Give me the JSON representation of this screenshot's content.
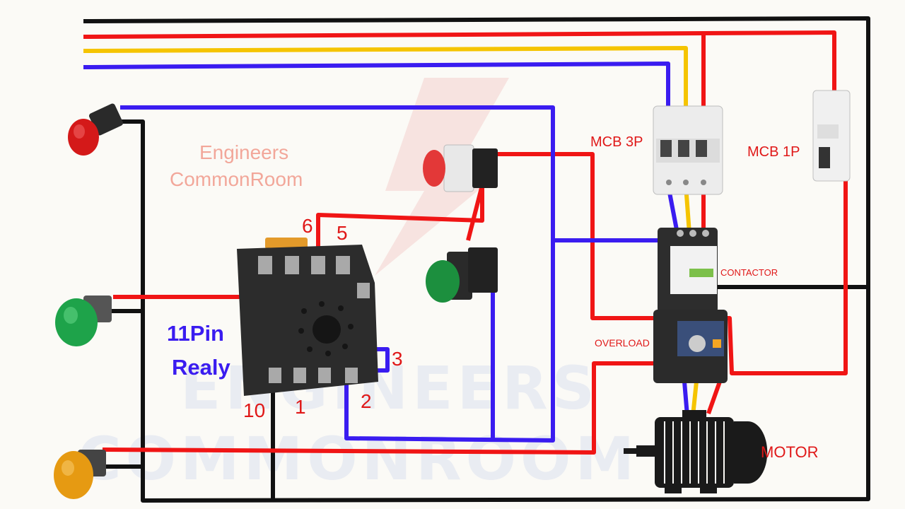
{
  "watermark": {
    "line1": "ENGINEERS",
    "line2": "COMMONROOM"
  },
  "brand": {
    "line1": "Engineers",
    "line2": "CommonRoom"
  },
  "relay": {
    "title_line1": "11Pin",
    "title_line2": "Realy",
    "pins": [
      "6",
      "5",
      "3",
      "2",
      "1",
      "10"
    ]
  },
  "labels": {
    "mcb3p": "MCB 3P",
    "mcb1p": "MCB 1P",
    "contactor": "CONTACTOR",
    "overload": "OVERLOAD",
    "motor": "MOTOR"
  },
  "colors": {
    "red": "#f01515",
    "yellow": "#f5c400",
    "blue": "#3a1cf0",
    "black": "#111111",
    "brand_text": "#f2a79a",
    "relay_text": "#3a1cf0",
    "label_red": "#e01818"
  },
  "icons": {
    "red_lamp": "red-pilot-lamp-icon",
    "green_lamp": "green-pilot-lamp-icon",
    "amber_lamp": "amber-pilot-lamp-icon",
    "stop_button": "red-stop-pushbutton-icon",
    "start_button": "green-start-pushbutton-icon",
    "mcb3p": "mcb-3-pole-icon",
    "mcb1p": "mcb-1-pole-icon",
    "contactor": "contactor-icon",
    "overload": "overload-relay-icon",
    "motor": "motor-icon",
    "relay_base": "relay-socket-icon"
  }
}
